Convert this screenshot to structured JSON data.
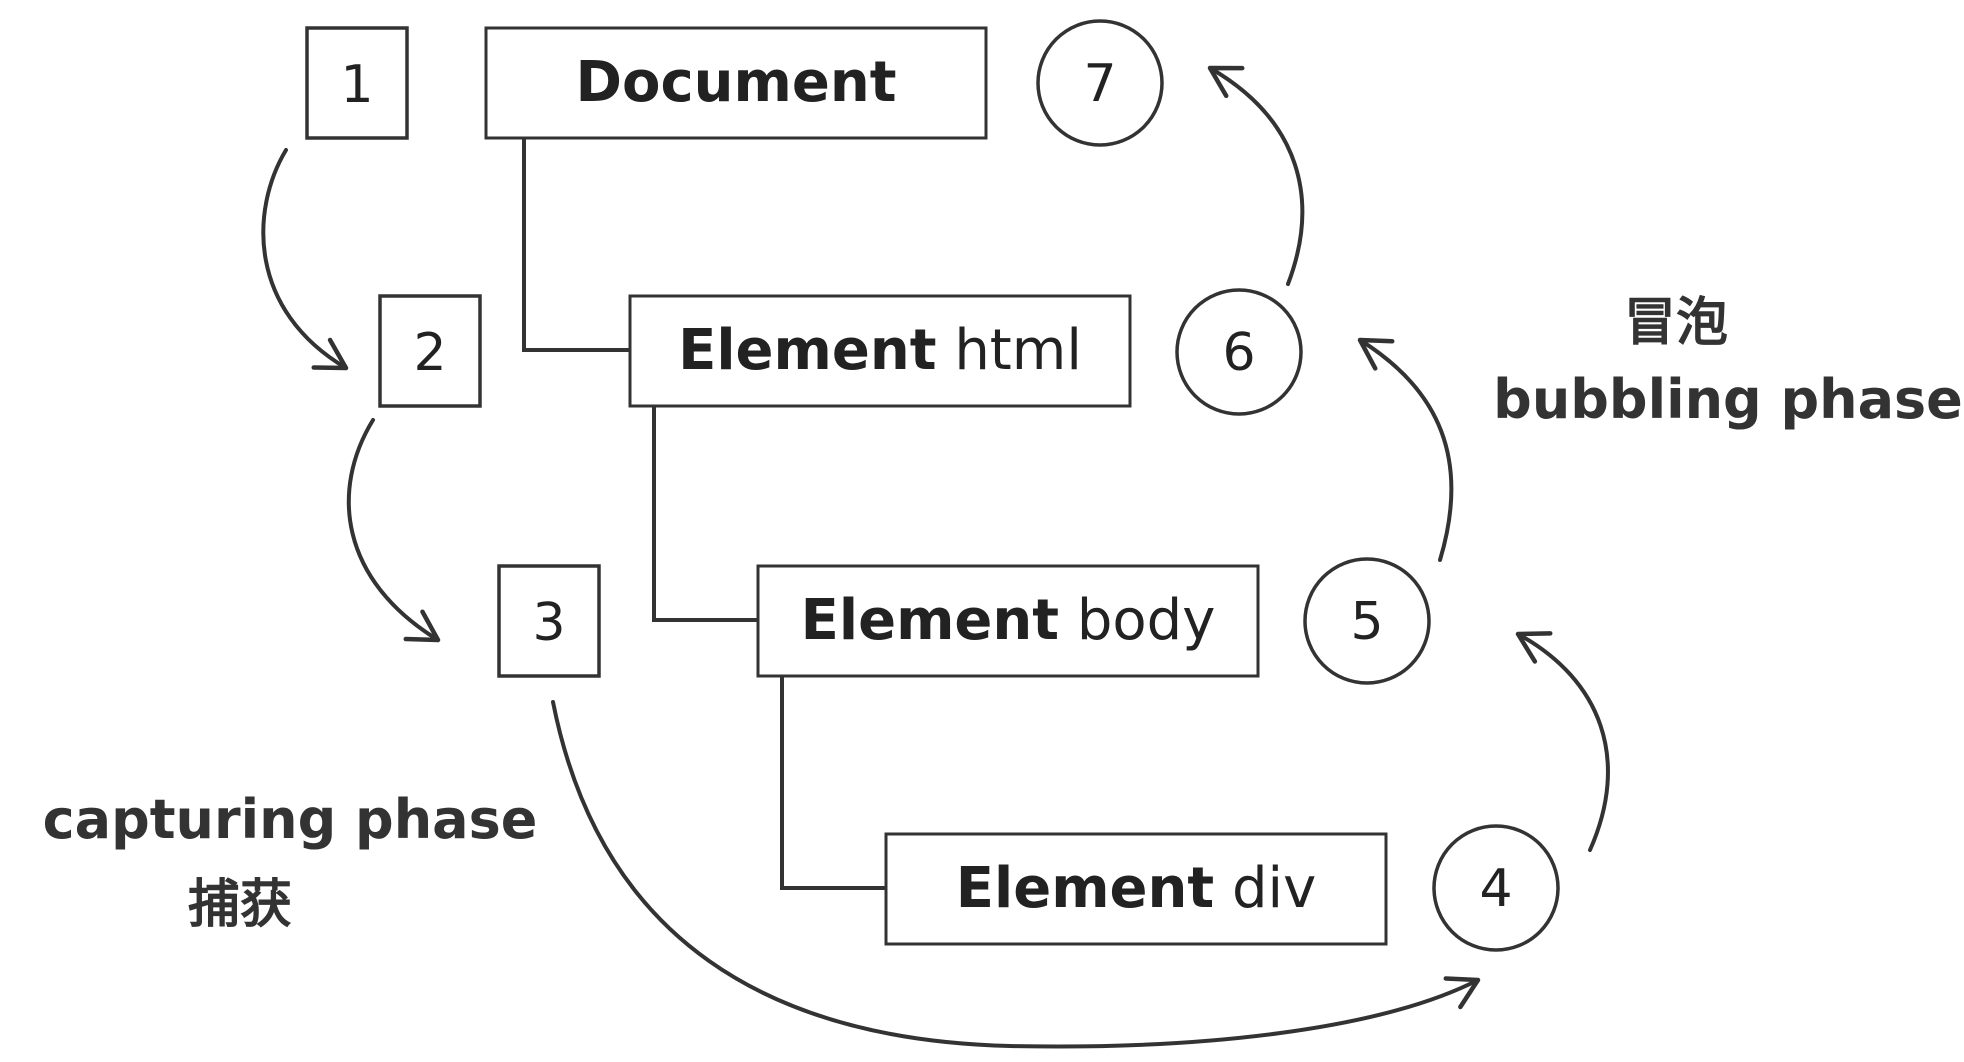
{
  "capturing": {
    "label": "capturing phase",
    "label_cn": "捕获",
    "steps": [
      "1",
      "2",
      "3"
    ]
  },
  "bubbling": {
    "label": "bubbling phase",
    "label_cn": "冒泡",
    "steps": [
      "4",
      "5",
      "6",
      "7"
    ]
  },
  "nodes": [
    {
      "strong": "Document",
      "rest": ""
    },
    {
      "strong": "Element",
      "rest": " html"
    },
    {
      "strong": "Element",
      "rest": " body"
    },
    {
      "strong": "Element",
      "rest": " div"
    }
  ],
  "colors": {
    "line": "#333333",
    "text": "#222222",
    "background": "#ffffff"
  }
}
